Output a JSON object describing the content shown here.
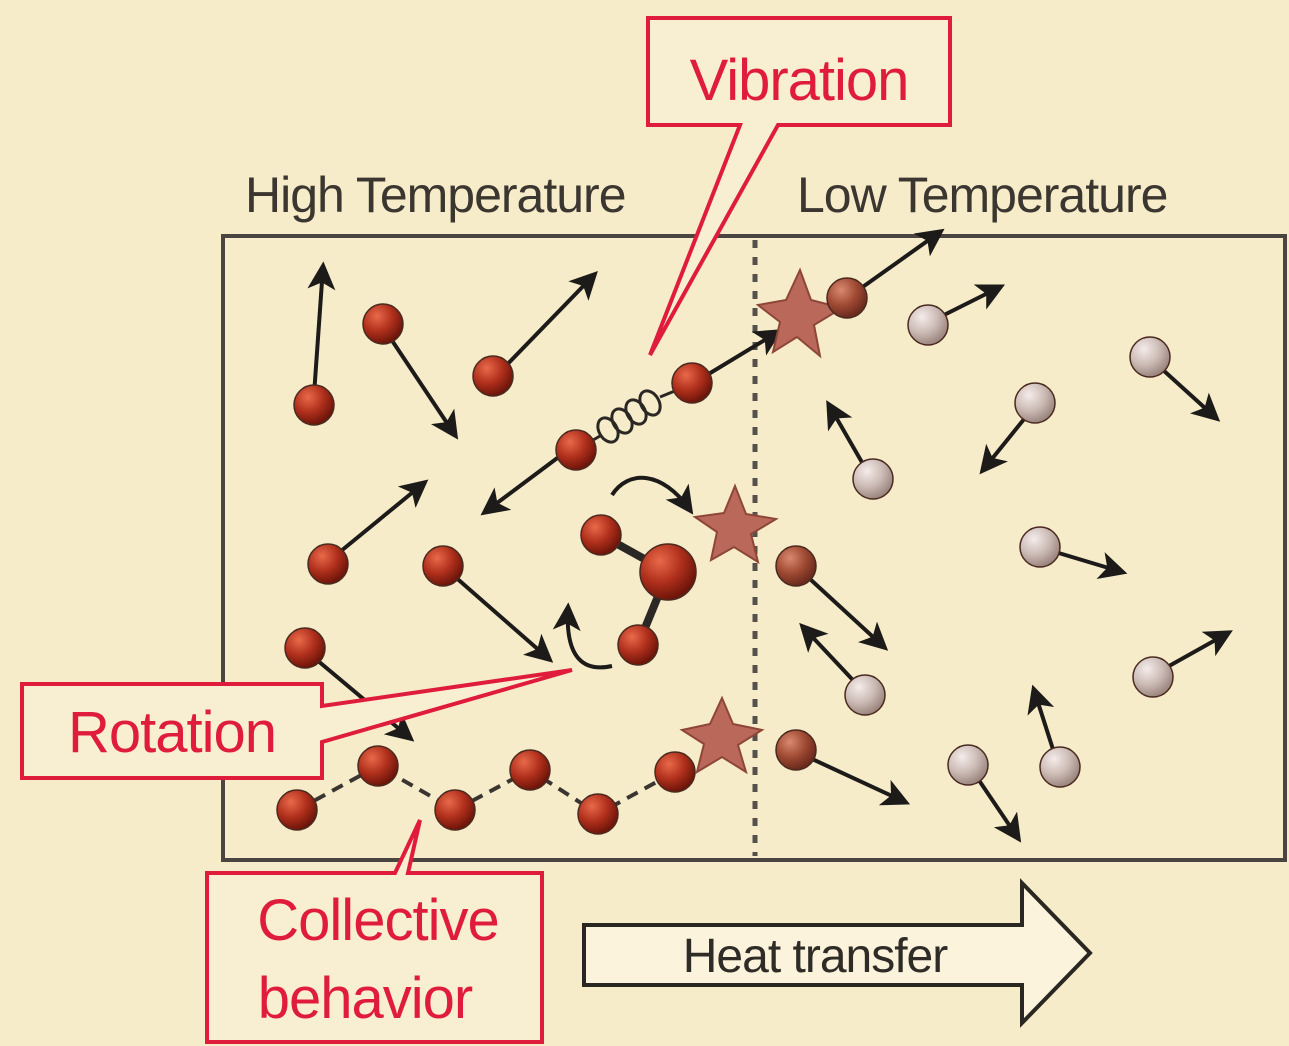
{
  "labels": {
    "high_temperature": "High Temperature",
    "low_temperature": "Low Temperature",
    "heat_transfer": "Heat transfer"
  },
  "callouts": {
    "vibration": "Vibration",
    "rotation": "Rotation",
    "collective_line1": "Collective",
    "collective_line2": "behavior"
  },
  "colors": {
    "background": "#f6ecc9",
    "hot_particle": "#a82a17",
    "cold_particle": "#c9b8b2",
    "callout": "#e01c3c",
    "collision_star": "#b9685a"
  }
}
